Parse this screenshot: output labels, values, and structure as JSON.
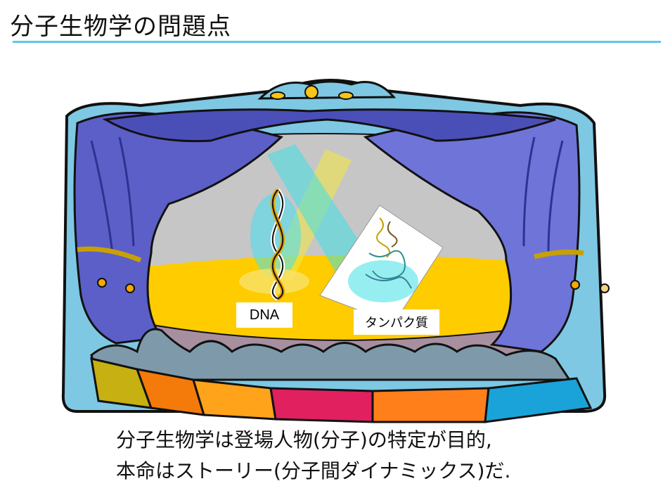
{
  "title": "分子生物学の問題点",
  "labels": {
    "dna": "DNA",
    "protein": "タンパク質"
  },
  "caption": {
    "line1": "分子生物学は登場人物(分子)の特定が目的,",
    "line2": "本命はストーリー(分子間ダイナミックス)だ."
  },
  "colors": {
    "title_underline": "#5ec6f2",
    "frame": "#7ec8e3",
    "curtain": "#5b5fc7",
    "stage_floor": "#ffcc00",
    "backdrop": "#c6c6c6",
    "footlights": [
      "#c6b012",
      "#f47a0a",
      "#ffa31a",
      "#e0205f",
      "#ff7f1a",
      "#1aa3d9"
    ]
  }
}
